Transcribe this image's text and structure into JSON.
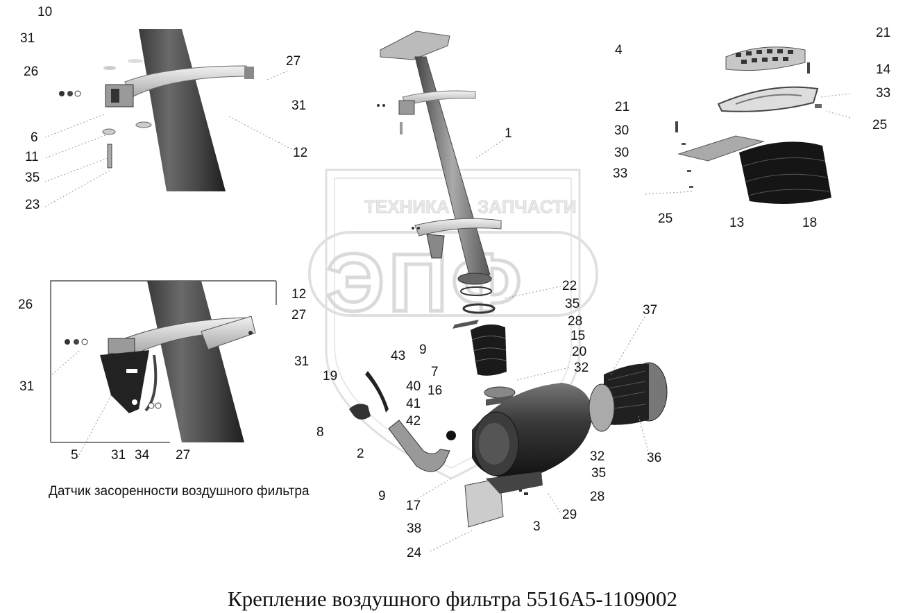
{
  "title": "Крепление воздушного фильтра 5516А5-1109002",
  "caption": "Датчик засоренности воздушного фильтра",
  "watermark": {
    "top_left": "ТЕХНИКА",
    "top_right": "ЗАПЧАСТИ",
    "logo": "ЭПФ"
  },
  "callouts": [
    {
      "id": "n10a",
      "text": "10"
    },
    {
      "id": "n31a",
      "text": "31"
    },
    {
      "id": "n26a",
      "text": "26"
    },
    {
      "id": "n6",
      "text": "6"
    },
    {
      "id": "n11",
      "text": "11"
    },
    {
      "id": "n35a",
      "text": "35"
    },
    {
      "id": "n23",
      "text": "23"
    },
    {
      "id": "n27a",
      "text": "27"
    },
    {
      "id": "n31b",
      "text": "31"
    },
    {
      "id": "n12a",
      "text": "12"
    },
    {
      "id": "n1",
      "text": "1"
    },
    {
      "id": "n4",
      "text": "4"
    },
    {
      "id": "n21a",
      "text": "21"
    },
    {
      "id": "n14",
      "text": "14"
    },
    {
      "id": "n33a",
      "text": "33"
    },
    {
      "id": "n21b",
      "text": "21"
    },
    {
      "id": "n25a",
      "text": "25"
    },
    {
      "id": "n30a",
      "text": "30"
    },
    {
      "id": "n30b",
      "text": "30"
    },
    {
      "id": "n33b",
      "text": "33"
    },
    {
      "id": "n25b",
      "text": "25"
    },
    {
      "id": "n13",
      "text": "13"
    },
    {
      "id": "n18",
      "text": "18"
    },
    {
      "id": "n26b",
      "text": "26"
    },
    {
      "id": "n12b",
      "text": "12"
    },
    {
      "id": "n27b",
      "text": "27"
    },
    {
      "id": "n31c",
      "text": "31"
    },
    {
      "id": "n31d",
      "text": "31"
    },
    {
      "id": "n5",
      "text": "5"
    },
    {
      "id": "n31e",
      "text": "31"
    },
    {
      "id": "n34",
      "text": "34"
    },
    {
      "id": "n27c",
      "text": "27"
    },
    {
      "id": "n22",
      "text": "22"
    },
    {
      "id": "n35b",
      "text": "35"
    },
    {
      "id": "n28a",
      "text": "28"
    },
    {
      "id": "n15",
      "text": "15"
    },
    {
      "id": "n20",
      "text": "20"
    },
    {
      "id": "n32a",
      "text": "32"
    },
    {
      "id": "n37",
      "text": "37"
    },
    {
      "id": "n9a",
      "text": "9"
    },
    {
      "id": "n43",
      "text": "43"
    },
    {
      "id": "n7",
      "text": "7"
    },
    {
      "id": "n19",
      "text": "19"
    },
    {
      "id": "n40",
      "text": "40"
    },
    {
      "id": "n16",
      "text": "16"
    },
    {
      "id": "n41",
      "text": "41"
    },
    {
      "id": "n42",
      "text": "42"
    },
    {
      "id": "n8",
      "text": "8"
    },
    {
      "id": "n2",
      "text": "2"
    },
    {
      "id": "n32b",
      "text": "32"
    },
    {
      "id": "n36",
      "text": "36"
    },
    {
      "id": "n35c",
      "text": "35"
    },
    {
      "id": "n28b",
      "text": "28"
    },
    {
      "id": "n9b",
      "text": "9"
    },
    {
      "id": "n17",
      "text": "17"
    },
    {
      "id": "n29",
      "text": "29"
    },
    {
      "id": "n38",
      "text": "38"
    },
    {
      "id": "n3",
      "text": "3"
    },
    {
      "id": "n24",
      "text": "24"
    }
  ]
}
